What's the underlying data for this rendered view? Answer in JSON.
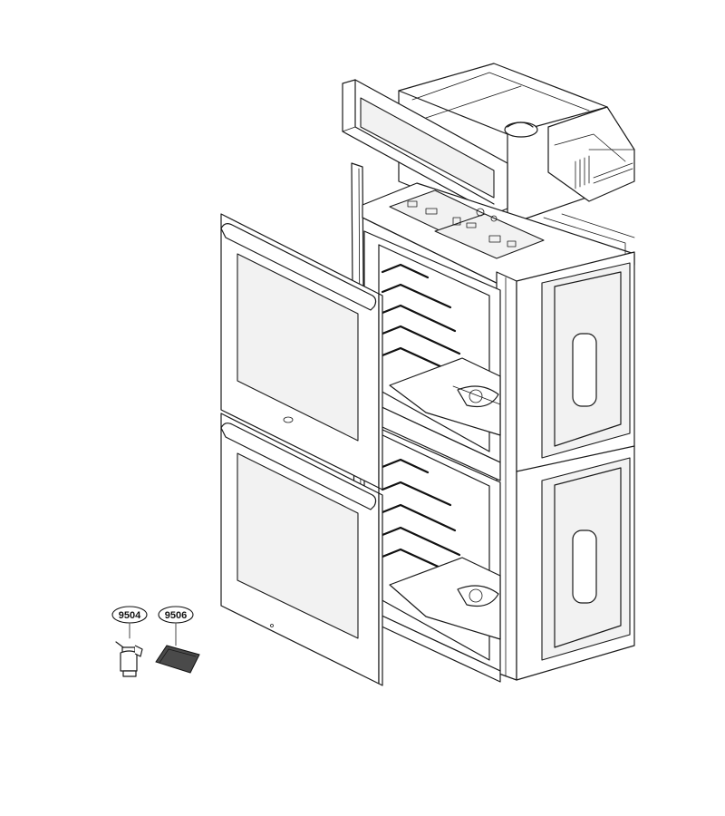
{
  "callouts": [
    {
      "id": "spray-bottle",
      "label": "9504"
    },
    {
      "id": "cleaning-pad",
      "label": "9506"
    }
  ],
  "colors": {
    "line": "#1a1a1a",
    "background": "#ffffff",
    "pad": "#4a4a4a"
  }
}
